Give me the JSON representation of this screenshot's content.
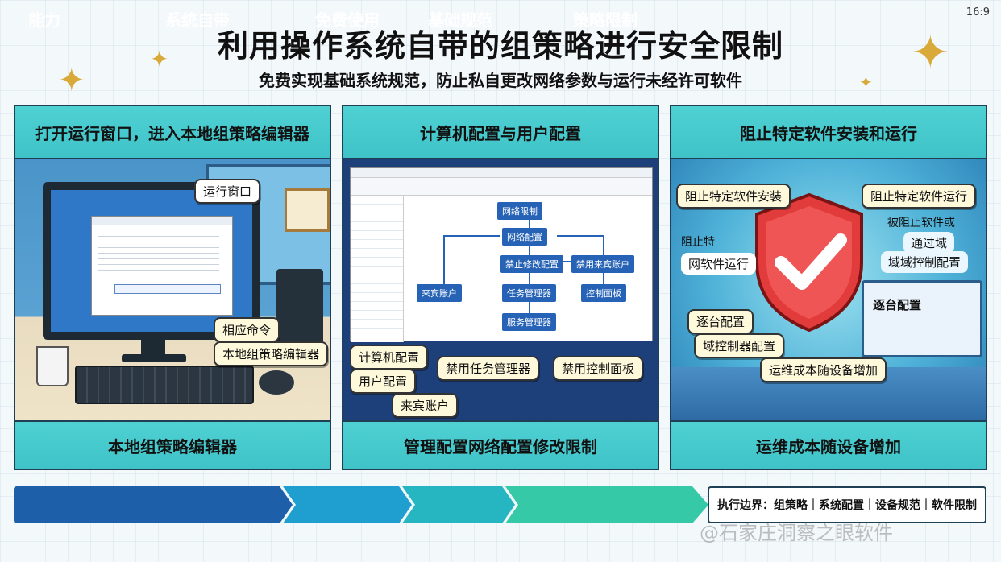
{
  "header": {
    "ratio": "16:9",
    "title": "利用操作系统自带的组策略进行安全限制",
    "subtitle": "免费实现基础系统规范，防止私自更改网络参数与运行未经许可软件"
  },
  "panels": [
    {
      "title": "打开运行窗口，进入本地组策略编辑器",
      "footer": "本地组策略编辑器",
      "callouts": [
        "运行窗口",
        "相应命令",
        "本地组策略编辑器"
      ]
    },
    {
      "title": "计算机配置与用户配置",
      "footer": "管理配置网络配置修改限制",
      "flow": [
        "网络限制",
        "网络配置",
        "禁止修改配置",
        "禁用来宾账户",
        "来宾账户",
        "任务管理器",
        "控制面板",
        "服务管理器"
      ],
      "callouts": [
        "计算机配置",
        "用户配置",
        "来宾账户",
        "禁用任务管理器",
        "禁用控制面板"
      ]
    },
    {
      "title": "阻止特定软件安装和运行",
      "footer": "运维成本随设备增加",
      "callouts": [
        "阻止特定软件安装",
        "阻止特定软件运行",
        "被阻止软件或",
        "通过域",
        "域域控制配置",
        "阻止特",
        "网软件运行",
        "逐台配置",
        "域控制器配置",
        "运维成本随设备增加",
        "逐台配置"
      ]
    }
  ],
  "bottom_bar": {
    "label": "能力",
    "steps": [
      "系统自带",
      "免费使用",
      "基础规范",
      "策略限制"
    ],
    "scope": "执行边界：组策略｜系统配置｜设备规范｜软件限制"
  },
  "watermark": "@石家庄洞察之眼软件",
  "colors": {
    "header_band": "#45c9cd",
    "bar_dark": "#1d5fa8",
    "bar_mid": "#1fa6c9",
    "bar_light": "#38c7a8",
    "shield_red": "#e23b3b",
    "callout_bg": "#fff9dc"
  }
}
